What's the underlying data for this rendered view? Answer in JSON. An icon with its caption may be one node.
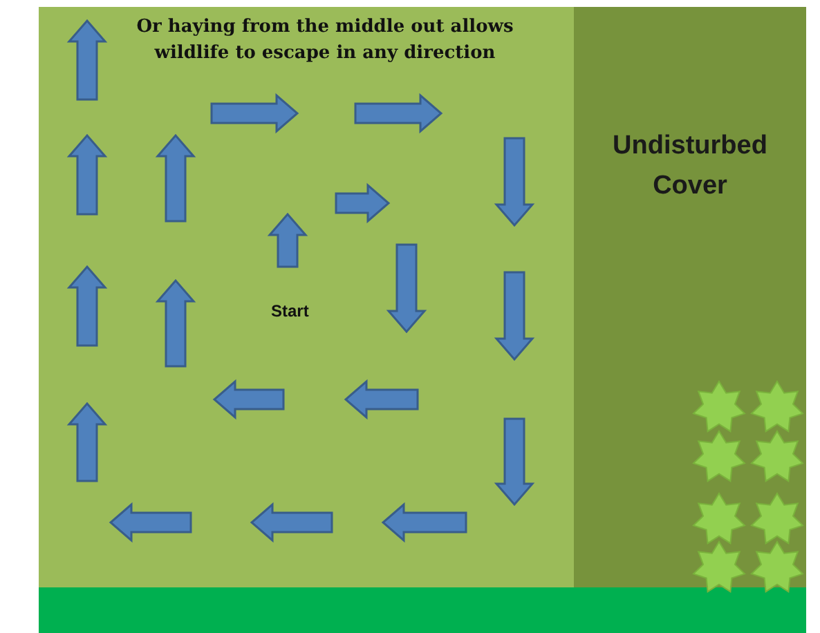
{
  "diagram": {
    "title": "Or haying from the middle out allows wildlife to escape in any direction",
    "nodes": [
      {
        "text": [
          "Undisturbed Cover"
        ]
      }
    ],
    "labels": [
      "Start"
    ]
  }
}
